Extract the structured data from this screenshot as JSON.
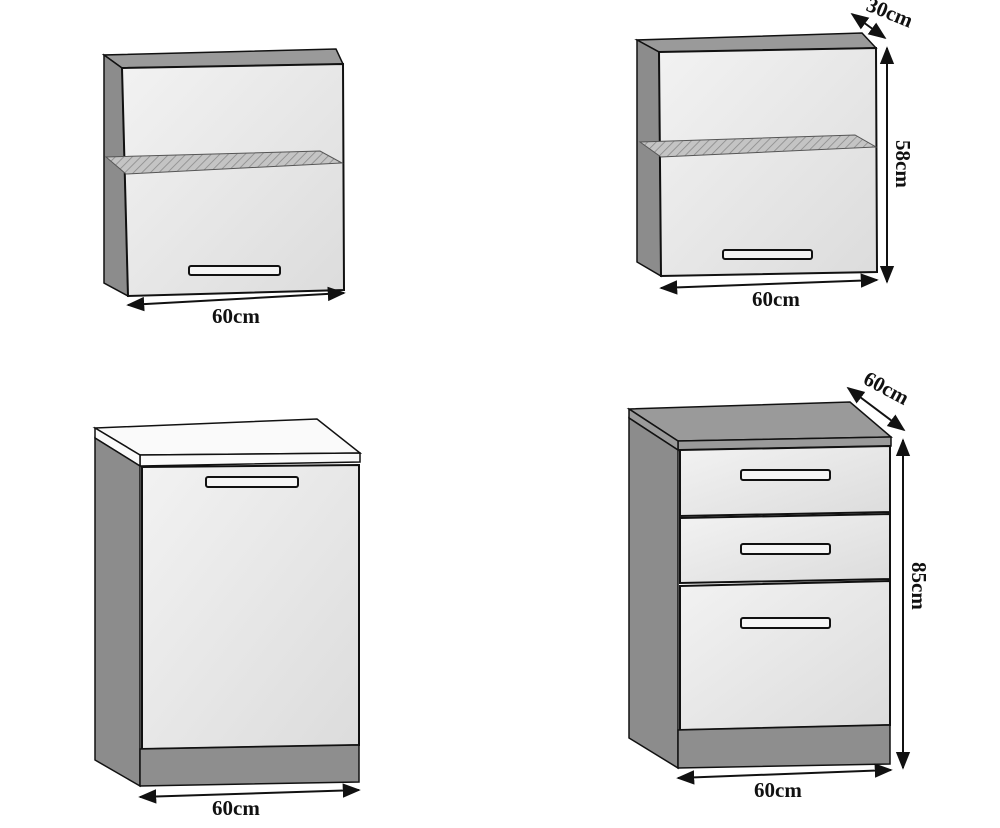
{
  "colors": {
    "body_side": "#8c8c8c",
    "body_top": "#9a9a9a",
    "front": "#e9e9e9",
    "worktop": "#fafafa",
    "plinth": "#8e8e8e",
    "shelf": "#b9b9b9",
    "outline": "#111111"
  },
  "cabinets": [
    {
      "name": "wall-cabinet-left",
      "width_label": "60cm"
    },
    {
      "name": "wall-cabinet-right",
      "width_label": "60cm",
      "depth_label": "30cm",
      "height_label": "58cm"
    },
    {
      "name": "base-cabinet-door",
      "width_label": "60cm"
    },
    {
      "name": "base-cabinet-drawers",
      "width_label": "60cm",
      "depth_label": "60cm",
      "height_label": "85cm"
    }
  ]
}
